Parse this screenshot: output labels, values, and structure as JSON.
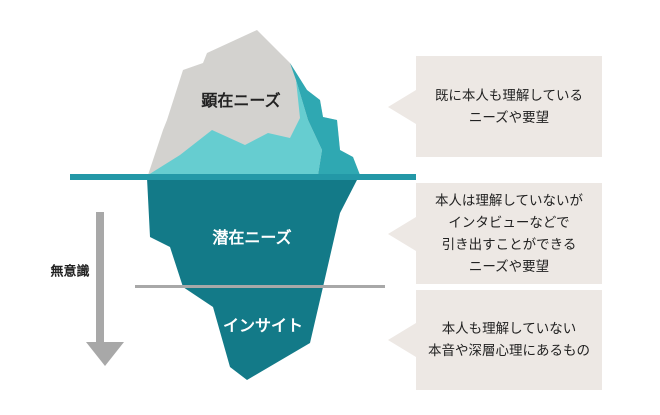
{
  "layers": [
    {
      "label": "顕在ニーズ",
      "description": "既に本人も理解している\nニーズや要望"
    },
    {
      "label": "潜在ニーズ",
      "description": "本人は理解していないが\nインタビューなどで\n引き出すことができる\nニーズや要望"
    },
    {
      "label": "インサイト",
      "description": "本人も理解していない\n本音や深層心理にあるもの"
    }
  ],
  "axis_label": "無意識",
  "colors": {
    "tip_gray": "#d3d2cf",
    "tip_light_teal": "#66cdd0",
    "tip_mid_teal": "#2fa8b2",
    "underwater": "#137a88",
    "waterline": "#2398a7",
    "divider": "#a8a8a8",
    "box": "#ede8e4"
  }
}
